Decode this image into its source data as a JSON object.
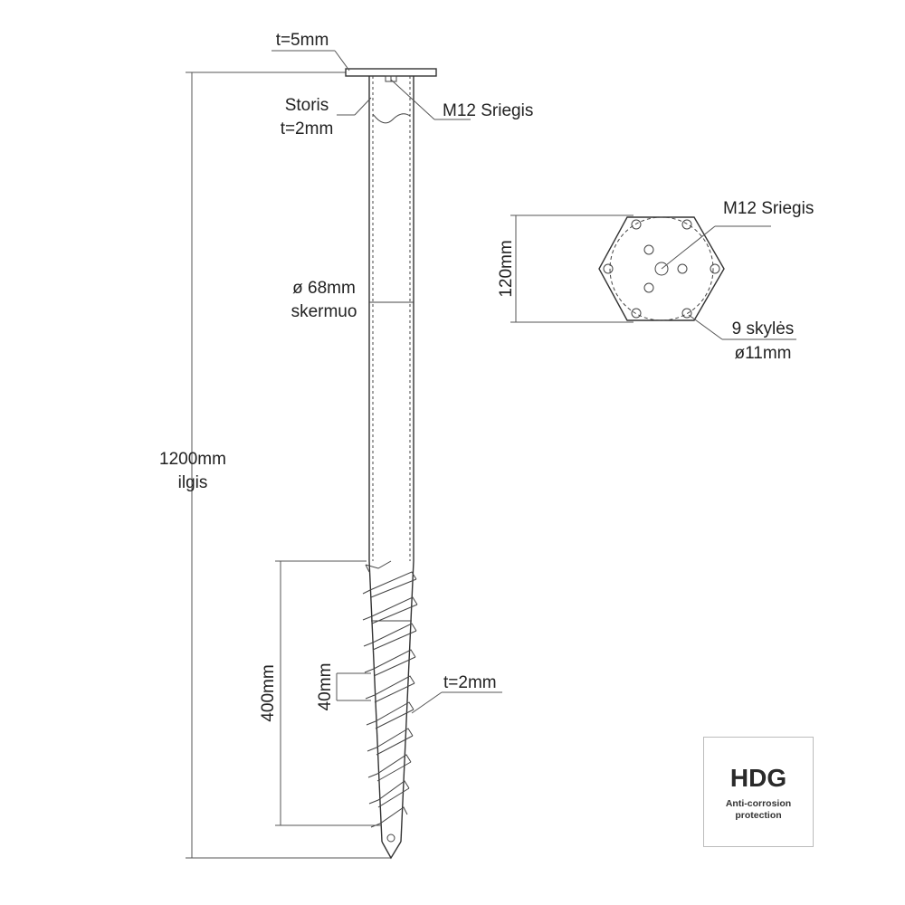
{
  "labels": {
    "plate_thickness": "t=5mm",
    "wall_thickness_1": "Storis",
    "wall_thickness_2": "t=2mm",
    "thread_top": "M12 Sriegis",
    "diameter_1": "ø 68mm",
    "diameter_2": "skermuo",
    "length_1": "1200mm",
    "length_2": "ilgis",
    "helix_length": "400mm",
    "pitch": "40mm",
    "helix_thickness": "t=2mm",
    "plate_size": "120mm",
    "thread_plate": "M12 Sriegis",
    "holes_1": "9 skylės",
    "holes_2": "ø11mm"
  },
  "badge": {
    "title": "HDG",
    "subtitle_1": "Anti-corrosion",
    "subtitle_2": "protection"
  },
  "colors": {
    "line": "#333333",
    "text": "#222222"
  }
}
